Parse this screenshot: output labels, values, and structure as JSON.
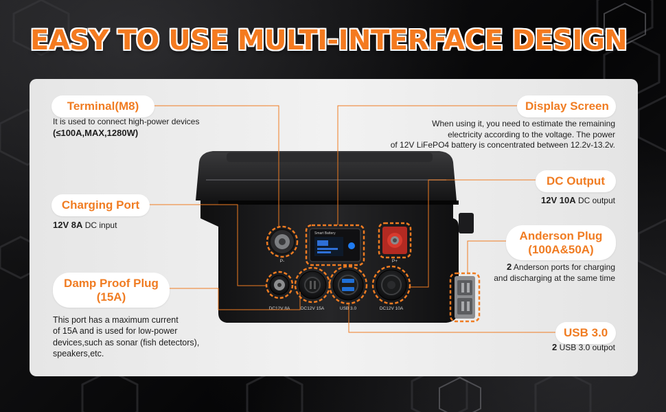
{
  "headline": "EASY TO USE MULTI-INTERFACE DESIGN",
  "callouts": {
    "terminal": {
      "title": "Terminal(M8)",
      "desc_line1": "It is used to connect high-power devices",
      "desc_line2": "(≤100A,MAX,1280W)"
    },
    "charging": {
      "title": "Charging Port",
      "desc_bold": "12V 8A",
      "desc_rest": " DC input"
    },
    "damp_proof": {
      "title_line1": "Damp Proof Plug",
      "title_line2": "(15A)",
      "desc_line1": "This port has a maximum current",
      "desc_line2": "of 15A and is used for low-power",
      "desc_line3": "devices,such as sonar (fish detectors),",
      "desc_line4": "speakers,etc."
    },
    "display": {
      "title": "Display Screen",
      "desc_line1": "When using it, you need to estimate the remaining",
      "desc_line2": "electricity according to the voltage. The power",
      "desc_line3": "of 12V LiFePO4 battery is concentrated between 12.2v-13.2v."
    },
    "dc_output": {
      "title": "DC Output",
      "desc_bold": "12V 10A",
      "desc_rest": " DC output"
    },
    "anderson": {
      "title_line1": "Anderson Plug",
      "title_line2": "(100A&50A)",
      "desc_bold": "2",
      "desc_rest1": " Anderson ports for charging",
      "desc_rest2": "and discharging at the same time"
    },
    "usb": {
      "title": "USB 3.0",
      "desc_bold": "2",
      "desc_rest": " USB 3.0 outpot"
    }
  },
  "device_labels": {
    "p_minus": "P-",
    "p_plus": "P+",
    "dc8": "DC12V 8A",
    "dc15": "DC12V 15A",
    "usb": "USB 3.0",
    "dc10": "DC12V 10A",
    "screen_brand": "Smart Battery"
  },
  "colors": {
    "accent": "#f07c22",
    "headline": "#f47a1f",
    "panel": "#eeeeee",
    "background": "#0b0b0c"
  },
  "icons": [
    "hexagon-pattern",
    "power-icon",
    "battery-icon"
  ]
}
